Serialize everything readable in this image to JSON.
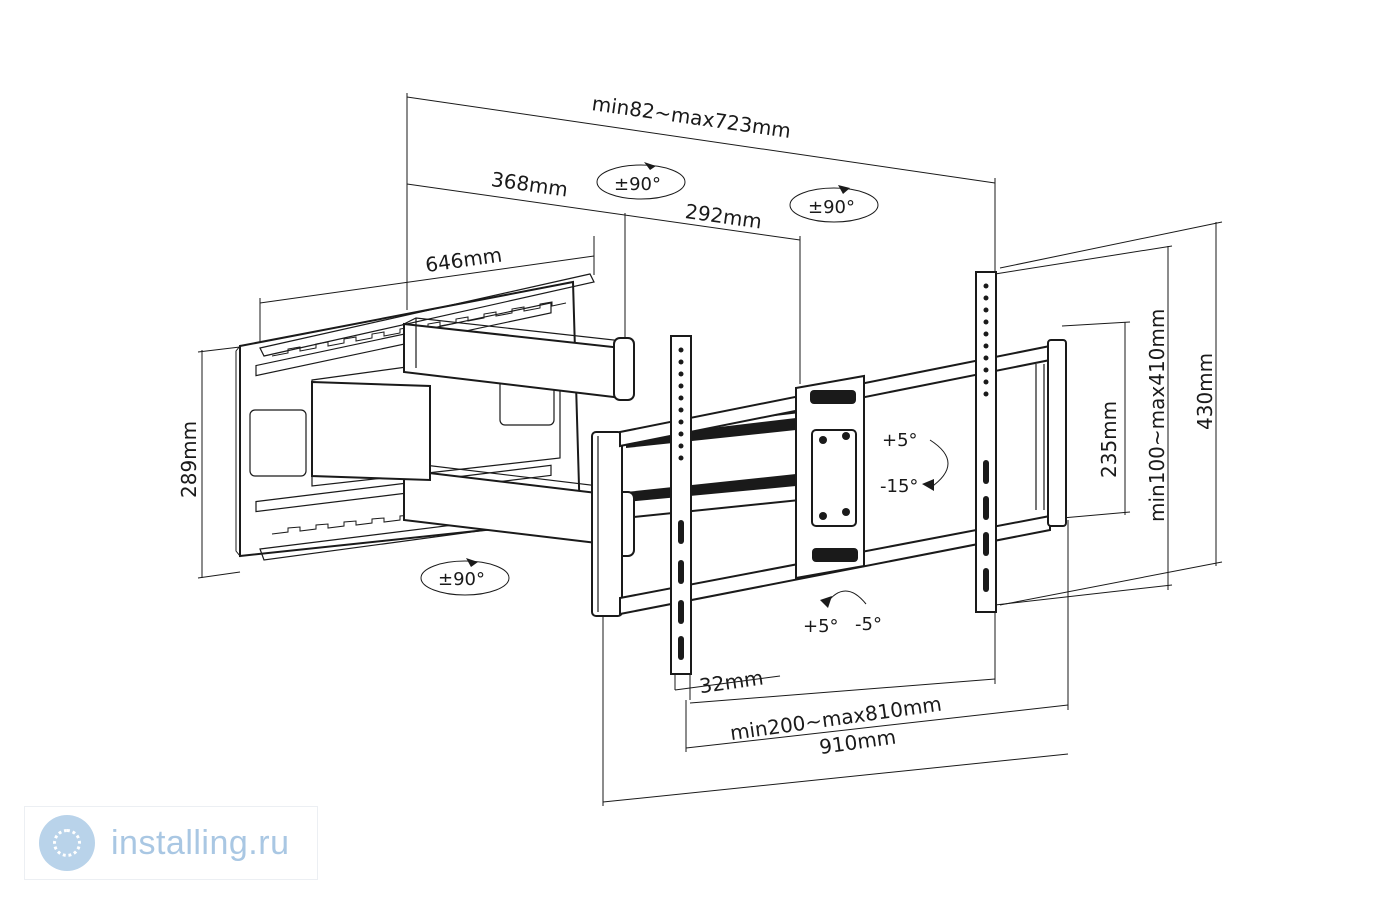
{
  "dimensions": {
    "arm_total": "min82~max723mm",
    "arm_first": "368mm",
    "arm_second": "292mm",
    "wall_plate_width": "646mm",
    "wall_plate_height": "289mm",
    "vesa_vertical_inner": "235mm",
    "vesa_vertical": "min100~max410mm",
    "bracket_height": "430mm",
    "rail_width": "32mm",
    "vesa_horizontal": "min200~max810mm",
    "bracket_width": "910mm"
  },
  "angles": {
    "swivel_top_left": "±90°",
    "swivel_top_right": "±90°",
    "swivel_bottom": "±90°",
    "tilt_up": "+5°",
    "tilt_down": "-15°",
    "level_plus": "+5°",
    "level_minus": "-5°"
  },
  "watermark": {
    "text": "installing.ru"
  }
}
